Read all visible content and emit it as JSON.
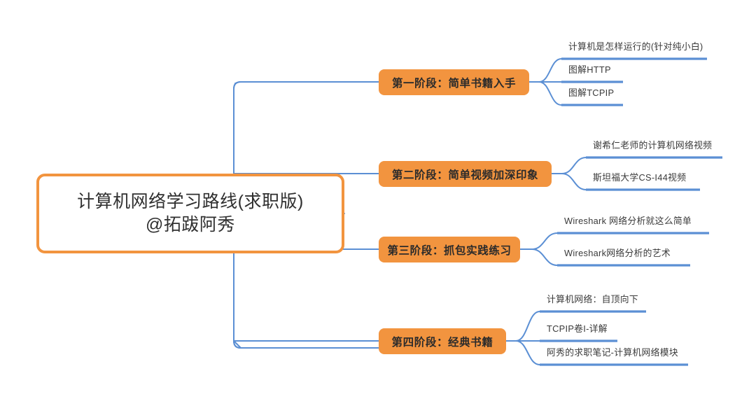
{
  "diagram": {
    "type": "mind-map",
    "background_color": "#FFFFFF",
    "accent_color": "#F2943F",
    "wire_color": "#5B8FD4",
    "text_color": "#3A3A3A",
    "root": {
      "line1": "计算机网络学习路线(求职版)",
      "line2": "@拓跋阿秀"
    },
    "branches": [
      {
        "label": "第一阶段：简单书籍入手",
        "leaves": [
          "计算机是怎样运行的(针对纯小白)",
          "图解HTTP",
          "图解TCPIP"
        ]
      },
      {
        "label": "第二阶段：简单视频加深印象",
        "leaves": [
          "谢希仁老师的计算机网络视频",
          "斯坦福大学CS-I44视频"
        ]
      },
      {
        "label": "第三阶段：抓包实践练习",
        "leaves": [
          "Wireshark 网络分析就这么简单",
          "Wireshark网络分析的艺术"
        ]
      },
      {
        "label": "第四阶段：经典书籍",
        "leaves": [
          "计算机网络：自顶向下",
          "TCPIP卷I-详解",
          "阿秀的求职笔记-计算机网络模块"
        ]
      }
    ]
  }
}
